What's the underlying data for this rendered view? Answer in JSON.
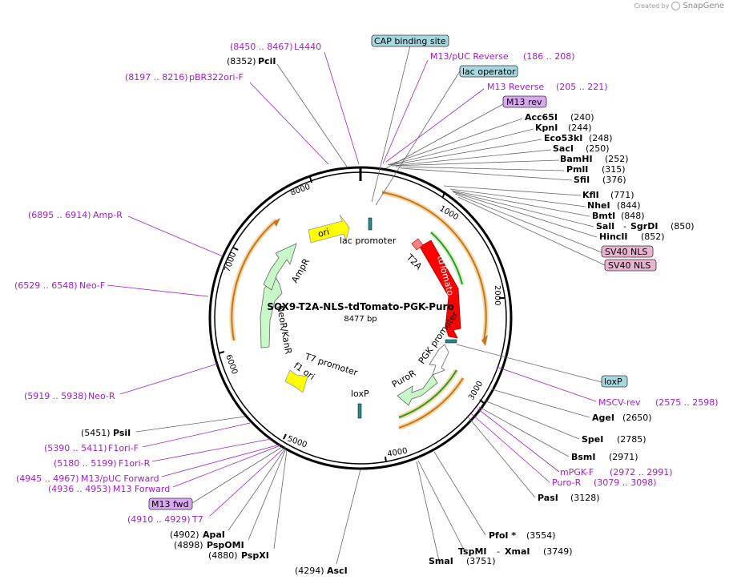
{
  "credit": {
    "text": "Created by",
    "brand": "SnapGene"
  },
  "plasmid": {
    "name": "SOX9-T2A-NLS-tdTomato-PGK-Puro",
    "size_label": "8477 bp"
  },
  "ring_ticks": [
    "1000",
    "2000",
    "3000",
    "4000",
    "5000",
    "6000",
    "7000",
    "8000"
  ],
  "features": {
    "ori": "ori",
    "lac_promoter": "lac promoter",
    "t2a": "T2A",
    "tdtomato": "tdTomato",
    "pgk_promoter": "PGK promoter",
    "puror": "PuroR",
    "loxp": "loxP",
    "t7_promoter": "T7 promoter",
    "f1_ori": "f1 ori",
    "neor_kanr": "NeoR/KanR",
    "ampr": "AmpR"
  },
  "box_labels": {
    "cap": "CAP binding site",
    "lacop": "lac operator",
    "m13rev": "M13 rev",
    "sv40a": "SV40 NLS",
    "sv40b": "SV40 NLS",
    "loxp": "loxP",
    "m13fwd": "M13 fwd"
  },
  "site_labels": {
    "l4440": {
      "coords": "(8450 .. 8467)",
      "name": "L4440"
    },
    "pcii": {
      "pos": "(8352)",
      "name": "PciI"
    },
    "pbr322": {
      "coords": "(8197 .. 8216)",
      "name": "pBR322ori-F"
    },
    "m13puc_rev": {
      "name": "M13/pUC Reverse",
      "coords": "(186 .. 208)"
    },
    "m13_reverse": {
      "name": "M13 Reverse",
      "coords": "(205 .. 221)"
    },
    "acc65i": {
      "name": "Acc65I",
      "pos": "(240)"
    },
    "kpni": {
      "name": "KpnI",
      "pos": "(244)"
    },
    "eco53ki": {
      "name": "Eco53kI",
      "pos": "(248)"
    },
    "saci": {
      "name": "SacI",
      "pos": "(250)"
    },
    "bamhi": {
      "name": "BamHI",
      "pos": "(252)"
    },
    "pmli": {
      "name": "PmlI",
      "pos": "(315)"
    },
    "sfii": {
      "name": "SfiI",
      "pos": "(376)"
    },
    "kfli": {
      "name": "KflI",
      "pos": "(771)"
    },
    "nhei": {
      "name": "NheI",
      "pos": "(844)"
    },
    "bmti": {
      "name": "BmtI",
      "pos": "(848)"
    },
    "sali": {
      "name": "SalI",
      "sep": "-",
      "name2": "SgrDI",
      "pos": "(850)"
    },
    "hincii": {
      "name": "HincII",
      "pos": "(852)"
    },
    "msclv_rev": {
      "name": "MSCV-rev",
      "coords": "(2575 .. 2598)"
    },
    "agei": {
      "name": "AgeI",
      "pos": "(2650)"
    },
    "spei": {
      "name": "SpeI",
      "pos": "(2785)"
    },
    "bsmi": {
      "name": "BsmI",
      "pos": "(2971)"
    },
    "mpgkf": {
      "name": "mPGK-F",
      "coords": "(2972 .. 2991)"
    },
    "puror_p": {
      "name": "Puro-R",
      "coords": "(3079 .. 3098)"
    },
    "pasi": {
      "name": "PasI",
      "pos": "(3128)"
    },
    "pfoi": {
      "name": "PfoI *",
      "pos": "(3554)"
    },
    "tspmi": {
      "name": "TspMI",
      "sep": "-",
      "name2": "XmaI",
      "pos": "(3749)"
    },
    "smai": {
      "name": "SmaI",
      "pos": "(3751)"
    },
    "asci": {
      "pos": "(4294)",
      "name": "AscI"
    },
    "pspxi": {
      "pos": "(4880)",
      "name": "PspXI"
    },
    "pspomi": {
      "pos": "(4898)",
      "name": "PspOMI"
    },
    "apai": {
      "pos": "(4902)",
      "name": "ApaI"
    },
    "t7": {
      "coords": "(4910 .. 4929)",
      "name": "T7"
    },
    "m13fwd_p": {
      "coords": "(4936 .. 4953)",
      "name": "M13 Forward"
    },
    "m13puc_fwd": {
      "coords": "(4945 .. 4967)",
      "name": "M13/pUC Forward"
    },
    "f1ori_r": {
      "coords": "(5180 .. 5199)",
      "name": "F1ori-R"
    },
    "f1ori_f": {
      "coords": "(5390 .. 5411)",
      "name": "F1ori-F"
    },
    "psii": {
      "pos": "(5451)",
      "name": "PsiI"
    },
    "neor_p": {
      "coords": "(5919 .. 5938)",
      "name": "Neo-R"
    },
    "neof": {
      "coords": "(6529 .. 6548)",
      "name": "Neo-F"
    },
    "ampr_p": {
      "coords": "(6895 .. 6914)",
      "name": "Amp-R"
    }
  },
  "colors": {
    "backbone": "#000000",
    "tdtomato": "#ff0000",
    "ori": "#ffff00",
    "resistance": "#c8f8c8",
    "primer_line": "#a020c8",
    "cap_box": "#a6d8e0",
    "feature_box": "#e8b4d0",
    "orf_arc": "#e0a040"
  }
}
